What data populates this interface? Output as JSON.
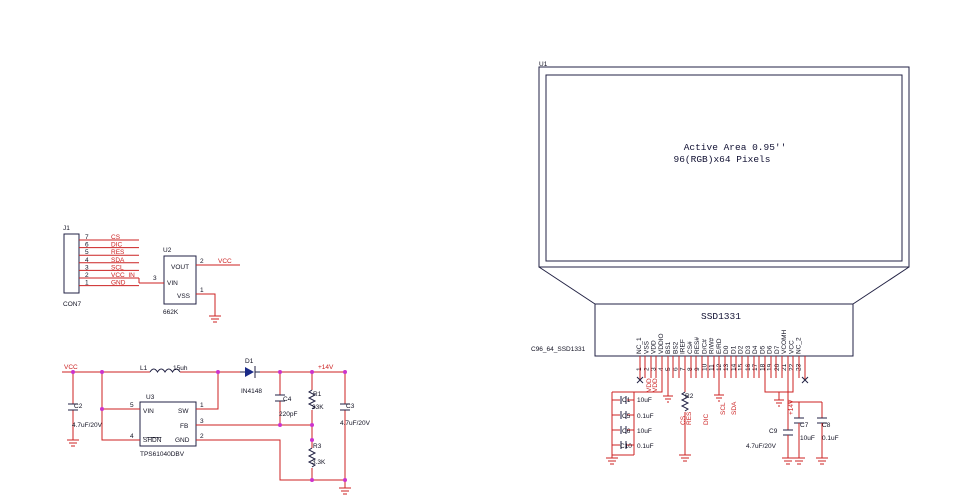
{
  "u1": {
    "ref": "U1",
    "display_line1": "Active Area 0.95''",
    "display_line2": "96(RGB)x64 Pixels",
    "controller": "SSD1331",
    "part": "C96_64_SSD1331",
    "pins": [
      "NC_1",
      "VSS",
      "VDD",
      "VDDIO",
      "BS1",
      "BS2",
      "IREF",
      "CS#",
      "RES#",
      "D/C#",
      "R/W#",
      "E/RD",
      "D0",
      "D1",
      "D2",
      "D3",
      "D4",
      "D5",
      "D6",
      "D7",
      "VCOMH",
      "VCC",
      "NC_2"
    ],
    "pin_numbers": [
      "1",
      "2",
      "3",
      "4",
      "5",
      "6",
      "7",
      "8",
      "9",
      "10",
      "11",
      "12",
      "13",
      "14",
      "15",
      "16",
      "17",
      "18",
      "19",
      "20",
      "21",
      "22",
      "23"
    ],
    "vertical_nets": [
      "VDD",
      "VDD",
      "CS",
      "RES",
      "DIC",
      "SCL",
      "SDA",
      "+14V"
    ],
    "caps": [
      {
        "ref": "C1",
        "value": "10uF"
      },
      {
        "ref": "C5",
        "value": "0.1uF"
      },
      {
        "ref": "C6",
        "value": "10uF"
      },
      {
        "ref": "C10",
        "value": "0.1uF"
      },
      {
        "ref": "C9",
        "value": "4.7uF/20V"
      },
      {
        "ref": "C7",
        "value": "10uF"
      },
      {
        "ref": "C8",
        "value": "0.1uF"
      }
    ],
    "r2": "R2"
  },
  "j1": {
    "ref": "J1",
    "part": "CON7",
    "pins": [
      "7",
      "6",
      "5",
      "4",
      "3",
      "2",
      "1"
    ],
    "nets": [
      "CS",
      "DIC",
      "RES",
      "SDA",
      "SCL",
      "VCC_IN",
      "GND"
    ]
  },
  "u2": {
    "ref": "U2",
    "part": "662K",
    "vout": "VOUT",
    "vin": "VIN",
    "vss": "VSS",
    "pin_vout": "2",
    "pin_vin": "3",
    "pin_vss": "1",
    "net_out": "VCC"
  },
  "boost": {
    "vcc": "VCC",
    "l1": "L1",
    "l1_value": "15uh",
    "d1": "D1",
    "d1_part": "IN4148",
    "out_net": "+14V",
    "u3": "U3",
    "u3_part": "TPS61040DBV",
    "vin": "VIN",
    "sw": "SW",
    "fb": "FB",
    "shdn": "SHDN",
    "gnd": "GND",
    "pin_vin": "5",
    "pin_shdn": "4",
    "pin_sw": "1",
    "pin_fb": "3",
    "pin_gnd": "2",
    "c2": "C2",
    "c2_value": "4.7uF/20V",
    "c4": "C4",
    "c4_value": "220pF",
    "r1": "R1",
    "r1_value": "33K",
    "r3": "R3",
    "r3_value": "3.3K",
    "c3": "C3",
    "c3_value": "4.7uF/20V"
  },
  "colors": {
    "wire": "#cc2222",
    "body": "#222244",
    "junction": "#cc33cc"
  }
}
